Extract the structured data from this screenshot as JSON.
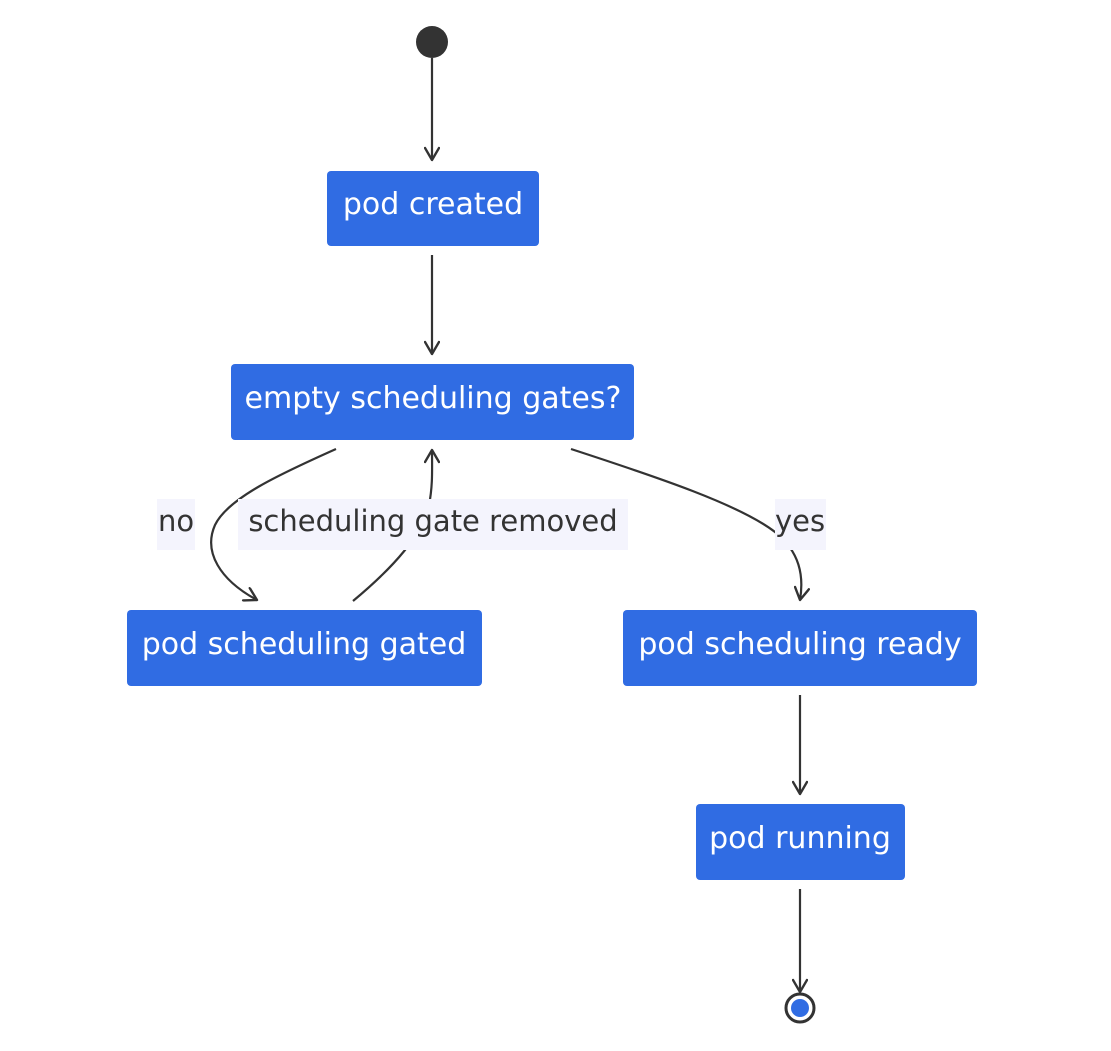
{
  "colors": {
    "state_fill": "#306ce3",
    "state_text": "#ffffff",
    "edge": "#333333",
    "label_background": "#f4f4fd",
    "start_node": "#333333",
    "end_node_fill": "#306ce3",
    "end_node_ring": "#333333"
  },
  "states": {
    "pod_created": "pod created",
    "empty_gates": "empty scheduling gates?",
    "gated": "pod scheduling gated",
    "ready": "pod scheduling ready",
    "running": "pod running"
  },
  "transitions": {
    "no": "no",
    "gate_removed": "scheduling gate removed",
    "yes": "yes"
  }
}
